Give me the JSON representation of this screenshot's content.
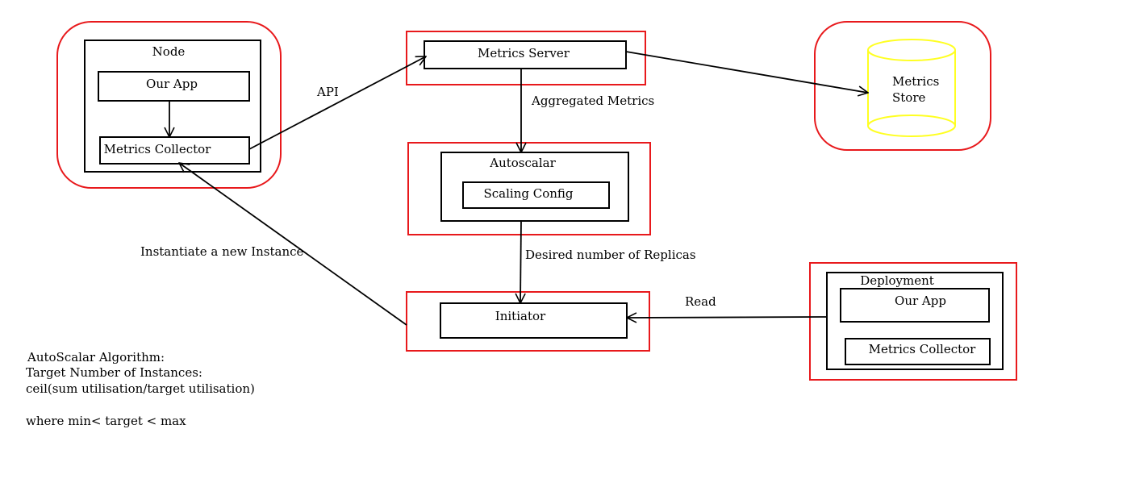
{
  "colors": {
    "group_border": "#e8191c",
    "box_border": "#000000",
    "store_stroke": "#ffff22",
    "edge": "#000000",
    "background": "#ffffff"
  },
  "nodes": {
    "node_group": {
      "label": "Node"
    },
    "node_app": {
      "label": "Our App"
    },
    "node_collector": {
      "label": "Metrics Collector"
    },
    "metrics_server": {
      "label": "Metrics Server"
    },
    "metrics_store": {
      "label_line1": "Metrics",
      "label_line2": "Store"
    },
    "autoscalar": {
      "label": "Autoscalar"
    },
    "scaling_config": {
      "label": "Scaling Config"
    },
    "initiator": {
      "label": "Initiator"
    },
    "deployment": {
      "label": "Deployment"
    },
    "deployment_app": {
      "label": "Our App"
    },
    "deployment_collector": {
      "label": "Metrics Collector"
    }
  },
  "edges": {
    "api": {
      "label": "API"
    },
    "aggregated": {
      "label": "Aggregated Metrics"
    },
    "replicas": {
      "label": "Desired number of Replicas"
    },
    "read": {
      "label": "Read"
    },
    "instantiate": {
      "label": "Instantiate a new Instance"
    }
  },
  "notes": {
    "line1": "AutoScalar Algorithm:",
    "line2": "Target Number of Instances:",
    "line3": "ceil(sum utilisation/target utilisation)",
    "line4": "where min< target < max"
  }
}
